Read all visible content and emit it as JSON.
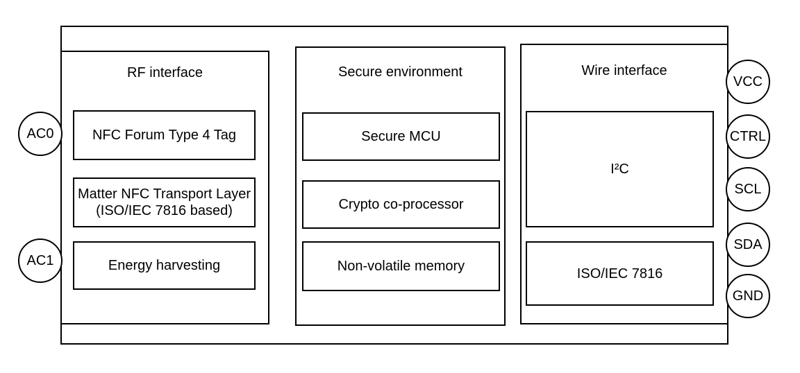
{
  "colors": {
    "stroke": "#000000",
    "fill": "#ffffff",
    "text": "#000000"
  },
  "sections": [
    {
      "title": "RF interface",
      "blocks": [
        "NFC Forum Type 4 Tag",
        "Matter NFC Transport Layer\n(ISO/IEC 7816 based)",
        "Energy harvesting"
      ]
    },
    {
      "title": "Secure environment",
      "blocks": [
        "Secure MCU",
        "Crypto co-processor",
        "Non-volatile memory"
      ]
    },
    {
      "title": "Wire interface",
      "blocks": [
        "I²C",
        "ISO/IEC 7816"
      ]
    }
  ],
  "pins": {
    "left": [
      "AC0",
      "AC1"
    ],
    "right": [
      "VCC",
      "CTRL",
      "SCL",
      "SDA",
      "GND"
    ]
  }
}
